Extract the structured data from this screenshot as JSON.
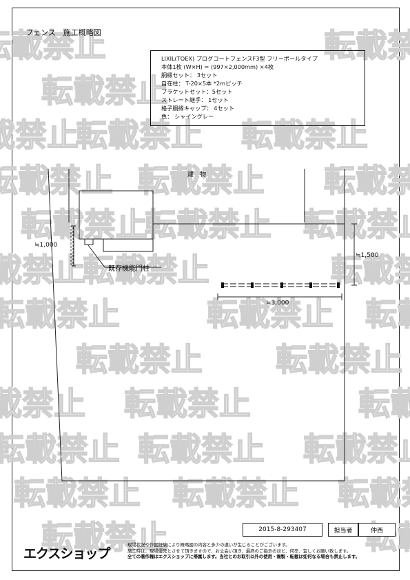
{
  "title": "フェンス　施工概略図",
  "spec_lines": [
    "LIXIL(TOEX) プログコートフェンスF3型 フリーポールタイプ",
    "本体1枚 (W×H) =  (997×2,000mm) ×4枚",
    "胴縁セット： 3セット",
    "自在柱： T-20×5本  *2mピッチ",
    "ブラケットセット：5セット",
    "ストレート継手： 1セット",
    "格子胴縁キャップ： 4セット",
    "色： シャイングレー"
  ],
  "labels": {
    "building": "建　物",
    "gate_post": "既存機能門柱",
    "dim_left": "≒1,000",
    "dim_right": "≒1,500",
    "dim_fence": "≒3,000"
  },
  "watermark": "転載禁止",
  "footer": {
    "drawing_no": "2015-8-293407",
    "person_label": "担当者",
    "person_name": "仲西"
  },
  "logo": "エクスショップ",
  "disclaimer_lines": [
    "現場状況や作図経験により概略図の内容と多少の違いが生じることがございます。",
    "施工時は、現場優先とさせて頂きますので、お立会い頂き、最終のご指示のほど、何卒、宜しくお願い致します。",
    "全ての著作権はエクスショップに帰属します。当社とのお取引以外の使用・複製・転載は如何なる場合も禁止します。"
  ]
}
